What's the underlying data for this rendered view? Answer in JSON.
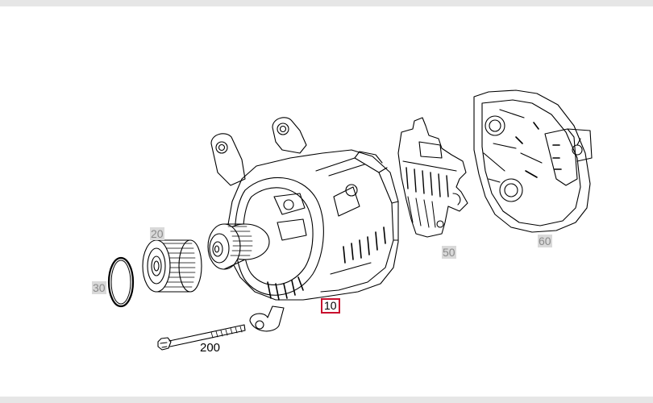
{
  "callouts": {
    "c20": "20",
    "c30": "30",
    "c10": "10",
    "c200": "200",
    "c50": "50",
    "c60": "60"
  },
  "colors": {
    "highlight": "#c8102e",
    "label_bg": "#d9d9d9",
    "label_text": "#8a8a8a",
    "frame_bar": "#e6e6e6",
    "line": "#000000"
  },
  "icons": [
    "alternator",
    "pulley",
    "o-ring",
    "bolt",
    "regulator",
    "rear-cover"
  ]
}
